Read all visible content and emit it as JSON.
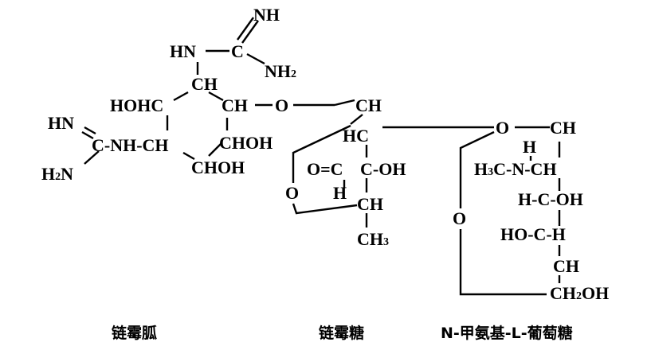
{
  "title": "Streptomycin structure",
  "streptidine": {
    "nh_top": "NH",
    "hn_top": "HN",
    "c_top": "C",
    "nh2_top": "NH",
    "sub2": "2",
    "ch_1": "CH",
    "hohc": "HOHC",
    "ch_2": "CH",
    "o_link": "O",
    "hn_left": "HN",
    "c_nh_ch": "C-NH-CH",
    "chohr": "CHOH",
    "h2n": "H",
    "h2n_n": "N",
    "choh_bottom": "CHOH"
  },
  "streptose": {
    "ch_top": "CH",
    "hc": "HC",
    "o_eq_c": "O=C",
    "c_oh": "C-OH",
    "h": "H",
    "o_ring": "O",
    "ch": "CH",
    "ch3": "CH",
    "sub3": "3"
  },
  "glucosamine": {
    "o_link": "O",
    "ch_top": "CH",
    "h": "H",
    "h3c": "H",
    "h3c_rest": "C-N-CH",
    "hcoh": "H-C-OH",
    "hoch": "HO-C-H",
    "o_ring": "O",
    "ch": "CH",
    "ch2oh_c": "CH",
    "ch2oh_oh": "OH"
  },
  "captions": {
    "streptidine": "链霉胍",
    "streptose": "链霉糖",
    "glucosamine": "N-甲氨基-L-葡萄糖"
  }
}
